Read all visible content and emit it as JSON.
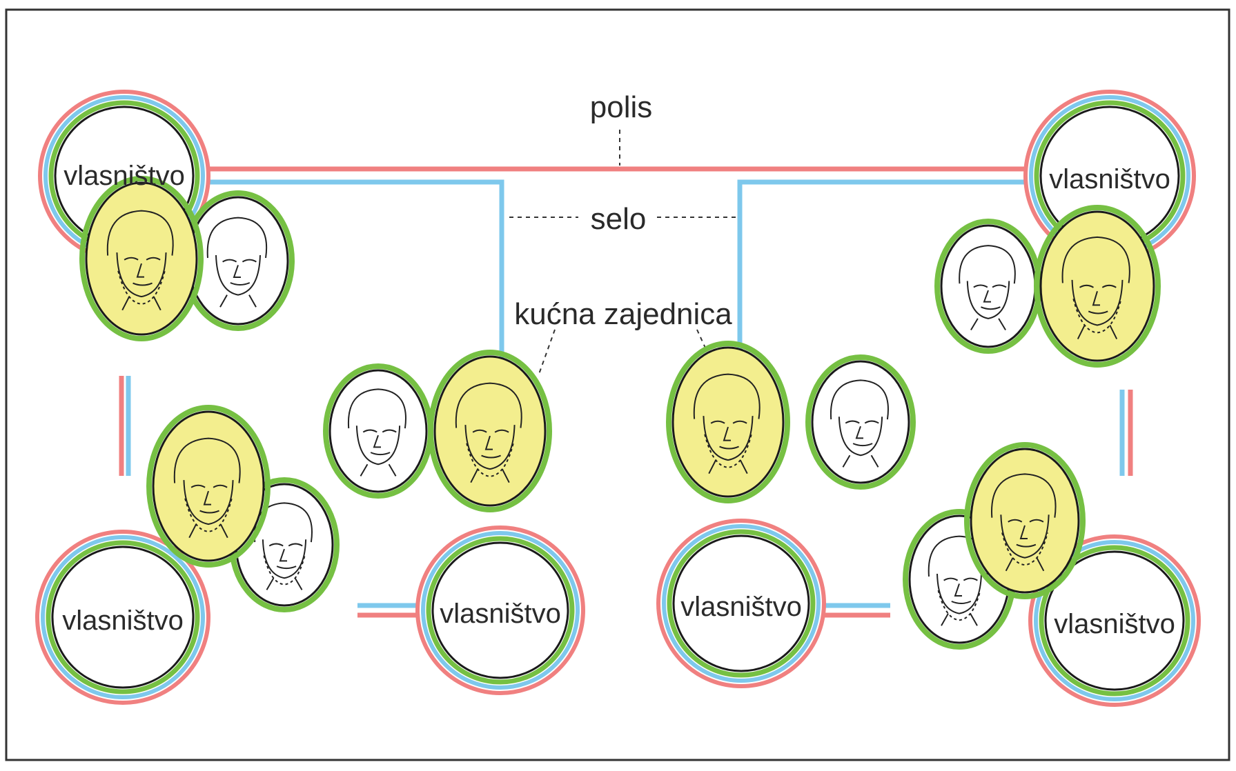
{
  "labels": {
    "polis": "polis",
    "selo": "selo",
    "kucna_zajednica": "kućna zajednica",
    "property": "vlasništvo"
  },
  "colors": {
    "polis_ring": "#f08080",
    "selo_ring": "#7ec8ec",
    "household_ring": "#76c043",
    "man_face": "#f3ee8e",
    "woman_face": "#ffffff",
    "outline": "#1a1a1a",
    "frame": "#333333"
  },
  "households": [
    {
      "id": "top-left",
      "man": "bearded-man",
      "companion": "woman",
      "property_label": "vlasništvo"
    },
    {
      "id": "bottom-left",
      "man": "bearded-man",
      "companion": "elder-man",
      "property_label": "vlasništvo"
    },
    {
      "id": "center-left",
      "man": "bearded-man",
      "companion": "woman",
      "property_label": "vlasništvo"
    },
    {
      "id": "center-right",
      "man": "bearded-man",
      "companion": "woman",
      "property_label": "vlasništvo"
    },
    {
      "id": "top-right",
      "man": "bearded-man",
      "companion": "woman",
      "property_label": "vlasništvo"
    },
    {
      "id": "bottom-right",
      "man": "bearded-man",
      "companion": "elder-man",
      "property_label": "vlasništvo"
    }
  ]
}
